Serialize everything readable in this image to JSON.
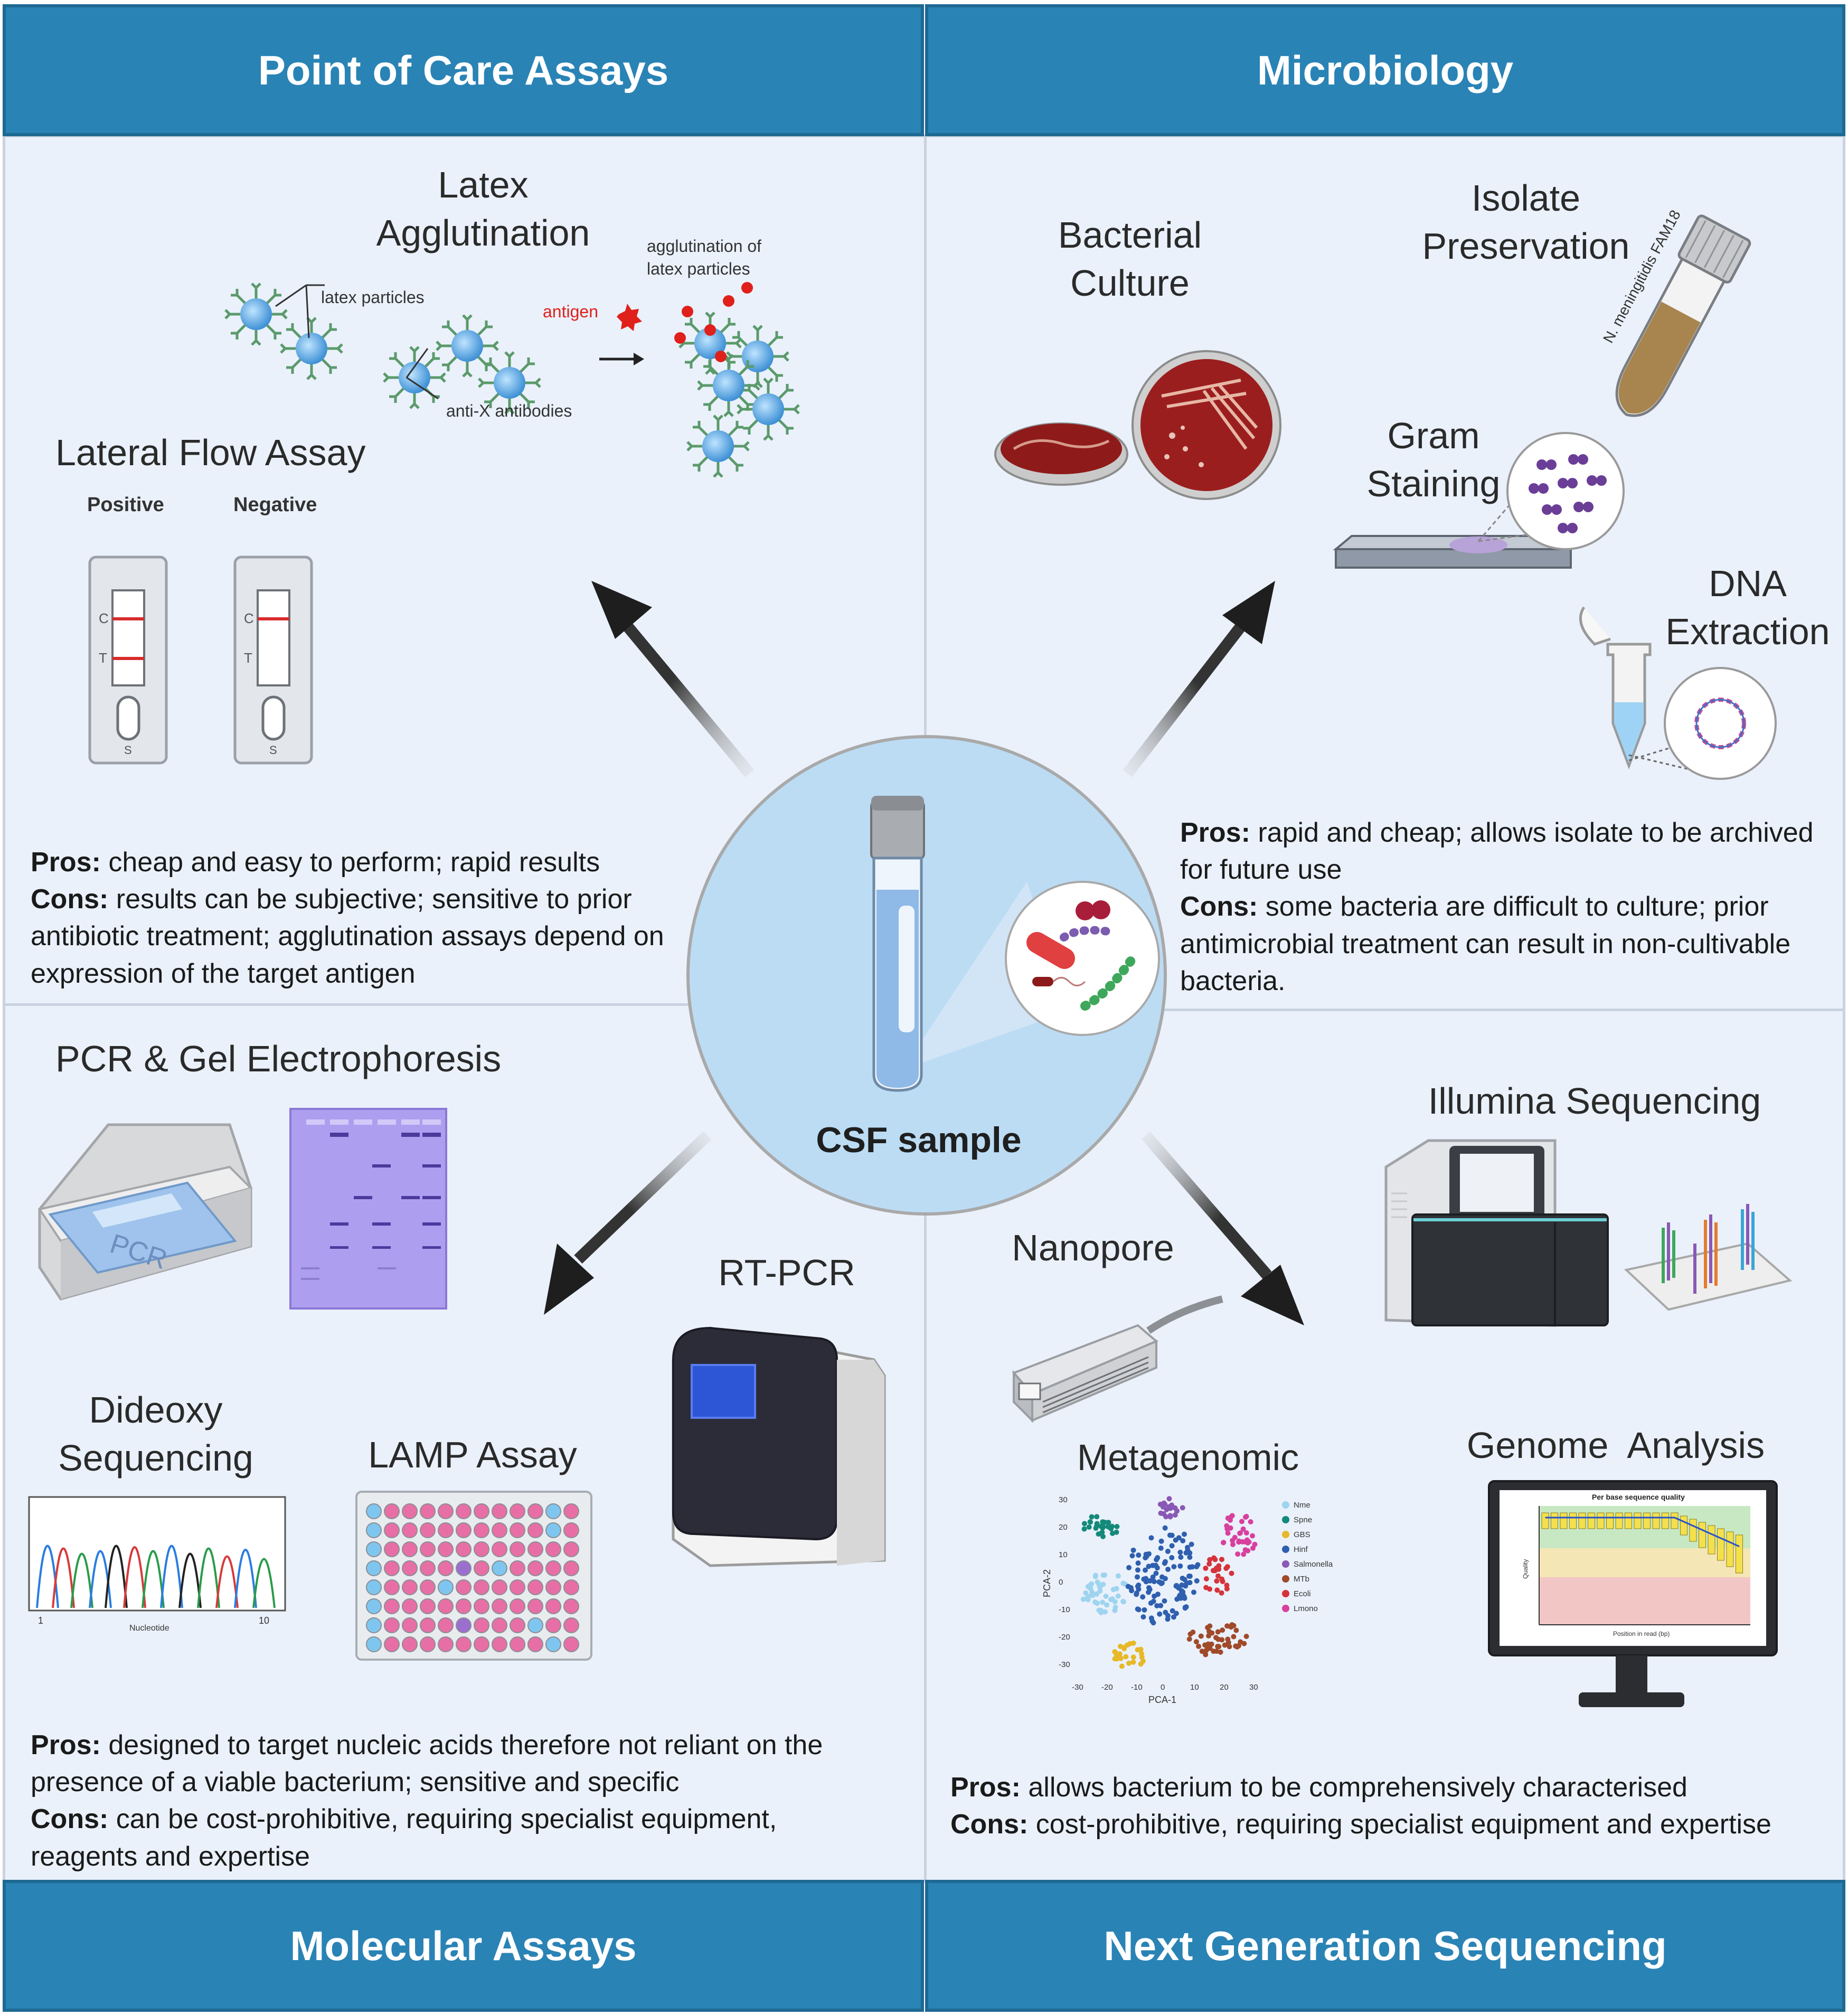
{
  "headers": {
    "top_left": "Point of Care Assays",
    "top_right": "Microbiology",
    "bottom_left": "Molecular Assays",
    "bottom_right": "Next Generation Sequencing"
  },
  "center": {
    "label": "CSF sample"
  },
  "poc": {
    "latex_title": "Latex\nAgglutination",
    "latex_particles": "latex particles",
    "antibodies": "anti-X antibodies",
    "antigen": "antigen",
    "agglutination_label": "agglutination of\nlatex particles",
    "lfa_title": "Lateral Flow Assay",
    "positive": "Positive",
    "negative": "Negative",
    "strip_c": "C",
    "strip_t": "T",
    "strip_s": "S",
    "pros_label": "Pros:",
    "pros_text": " cheap and easy to perform; rapid results",
    "cons_label": "Cons:",
    "cons_text": " results can be subjective; sensitive to prior antibiotic treatment; agglutination assays depend on expression of the target antigen"
  },
  "micro": {
    "culture_title": "Bacterial\nCulture",
    "isolate_title": "Isolate\nPreservation",
    "tube_label": "N. meningitidis FAM18",
    "gram_title": "Gram\nStaining",
    "dna_title": "DNA\nExtraction",
    "pros_label": "Pros:",
    "pros_text": " rapid and cheap; allows isolate to be archived for future use",
    "cons_label": "Cons:",
    "cons_text": " some bacteria are difficult to culture; prior antimicrobial treatment can result in non-cultivable bacteria."
  },
  "molecular": {
    "pcr_title": "PCR & Gel Electrophoresis",
    "pcr_device_label": "PCR",
    "rtpcr_title": "RT-PCR",
    "dideoxy_title": "Dideoxy\nSequencing",
    "lamp_title": "LAMP Assay",
    "chrom_xaxis": "Nucleotide",
    "chrom_x1": "1",
    "chrom_x10": "10",
    "pros_label": "Pros:",
    "pros_text": " designed to target nucleic acids therefore not reliant on the presence of a viable bacterium; sensitive and specific",
    "cons_label": "Cons:",
    "cons_text": " can be cost-prohibitive, requiring specialist equipment, reagents and expertise"
  },
  "ngs": {
    "illumina_title": "Illumina Sequencing",
    "nanopore_title": "Nanopore",
    "metagenomic_title": "Metagenomic",
    "genome_title": "Genome  Analysis",
    "pca_xlabel": "PCA-1",
    "pca_ylabel": "PCA-2",
    "pca_ticks": [
      "30",
      "20",
      "10",
      "0",
      "-10",
      "-20",
      "-30"
    ],
    "pca_xticks": [
      "-30",
      "-20",
      "-10",
      "0",
      "10",
      "20",
      "30"
    ],
    "legend": [
      "Nme",
      "Spne",
      "GBS",
      "Hinf",
      "Salmonella",
      "MTb",
      "Ecoli",
      "Lmono"
    ],
    "legend_colors": [
      "#9ed4ef",
      "#14897a",
      "#e7b928",
      "#2f5fae",
      "#8a58b5",
      "#a04a2a",
      "#d6333a",
      "#d8409e"
    ],
    "fastqc_title": "Per base sequence quality",
    "fastqc_xlabel": "Position in read (bp)",
    "fastqc_ylabel": "Quality",
    "pros_label": "Pros:",
    "pros_text": " allows bacterium to be comprehensively characterised",
    "cons_label": "Cons:",
    "cons_text": " cost-prohibitive, requiring specialist equipment and expertise"
  }
}
